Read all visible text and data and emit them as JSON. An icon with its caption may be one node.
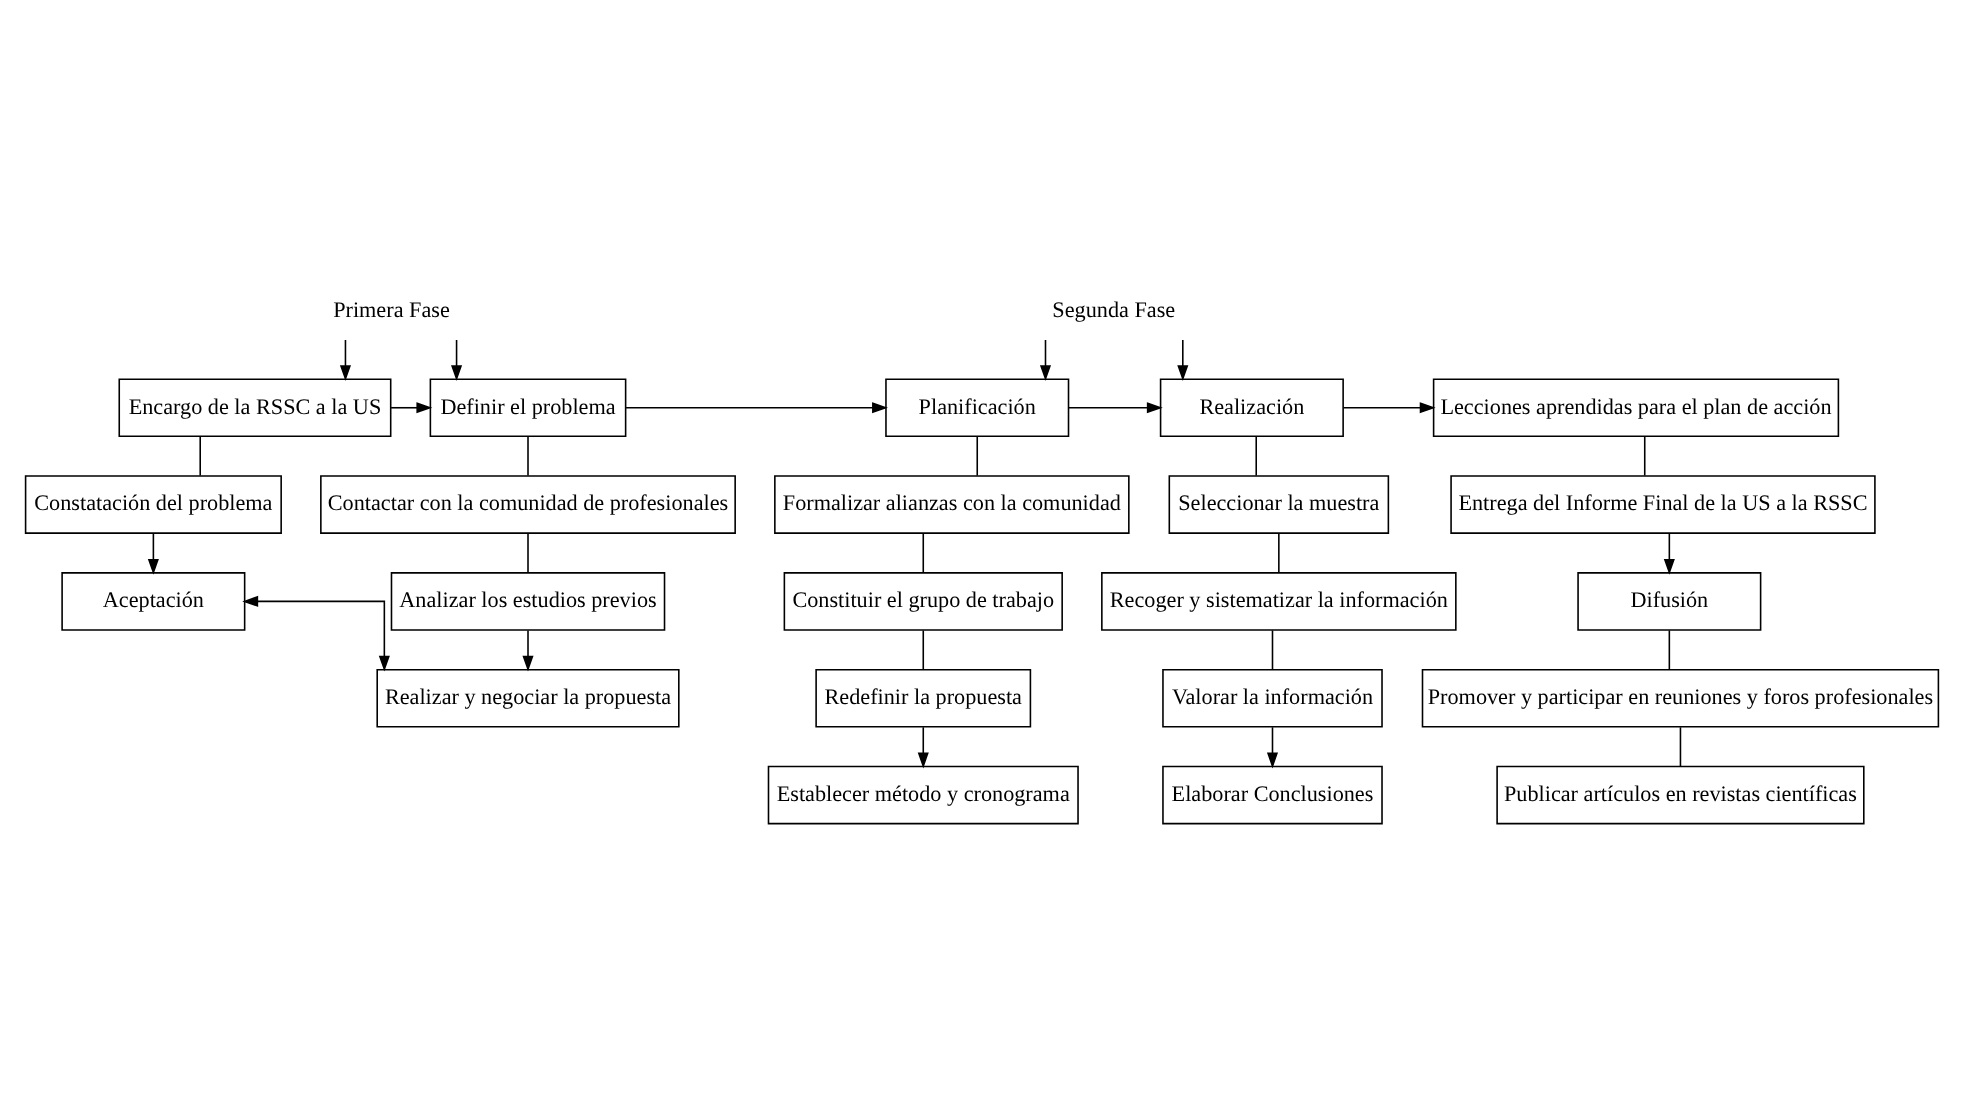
{
  "diagram": {
    "nodes": [
      {
        "text": [
          "Encargo de la RSSC a la US"
        ]
      },
      {
        "text": [
          "Constatación del problema"
        ]
      },
      {
        "text": [
          "Aceptación"
        ]
      },
      {
        "text": [
          "Definir el problema"
        ]
      },
      {
        "text": [
          "Contactar con la comunidad de profesionales"
        ]
      },
      {
        "text": [
          "Analizar los estudios previos"
        ]
      },
      {
        "text": [
          "Realizar y negociar la propuesta"
        ]
      },
      {
        "text": [
          "Planificación"
        ]
      },
      {
        "text": [
          "Formalizar alianzas con la comunidad"
        ]
      },
      {
        "text": [
          "Constituir el grupo de trabajo"
        ]
      },
      {
        "text": [
          "Redefinir la propuesta"
        ]
      },
      {
        "text": [
          "Establecer método y cronograma"
        ]
      },
      {
        "text": [
          "Realización"
        ]
      },
      {
        "text": [
          "Seleccionar la muestra"
        ]
      },
      {
        "text": [
          "Recoger y sistematizar la información"
        ]
      },
      {
        "text": [
          "Valorar la información"
        ]
      },
      {
        "text": [
          "Elaborar Conclusiones"
        ]
      },
      {
        "text": [
          "Lecciones aprendidas para el plan de acción"
        ]
      },
      {
        "text": [
          "Entrega del Informe Final de la US a la RSSC"
        ]
      },
      {
        "text": [
          "Difusión"
        ]
      },
      {
        "text": [
          "Promover y participar en reuniones y foros profesionales"
        ]
      },
      {
        "text": [
          "Publicar artículos en revistas científicas"
        ]
      },
      {
        "text": [
          "Primera Fase"
        ]
      },
      {
        "text": [
          "Segunda Fase"
        ]
      }
    ],
    "edges": [
      {
        "from": 22,
        "to": 0,
        "arrow": "to"
      },
      {
        "from": 22,
        "to": 3,
        "arrow": "to"
      },
      {
        "from": 23,
        "to": 7,
        "arrow": "to"
      },
      {
        "from": 23,
        "to": 12,
        "arrow": "to"
      },
      {
        "from": 0,
        "to": 3,
        "arrow": "to"
      },
      {
        "from": 3,
        "to": 7,
        "arrow": "to"
      },
      {
        "from": 7,
        "to": 12,
        "arrow": "to"
      },
      {
        "from": 12,
        "to": 17,
        "arrow": "to"
      },
      {
        "from": 0,
        "to": 1,
        "arrow": "none"
      },
      {
        "from": 1,
        "to": 2,
        "arrow": "to"
      },
      {
        "from": 3,
        "to": 4,
        "arrow": "none"
      },
      {
        "from": 4,
        "to": 5,
        "arrow": "none"
      },
      {
        "from": 5,
        "to": 6,
        "arrow": "to"
      },
      {
        "from": 7,
        "to": 8,
        "arrow": "none"
      },
      {
        "from": 8,
        "to": 9,
        "arrow": "none"
      },
      {
        "from": 9,
        "to": 10,
        "arrow": "none"
      },
      {
        "from": 10,
        "to": 11,
        "arrow": "to"
      },
      {
        "from": 12,
        "to": 13,
        "arrow": "none"
      },
      {
        "from": 13,
        "to": 14,
        "arrow": "none"
      },
      {
        "from": 14,
        "to": 15,
        "arrow": "none"
      },
      {
        "from": 15,
        "to": 16,
        "arrow": "to"
      },
      {
        "from": 17,
        "to": 18,
        "arrow": "none"
      },
      {
        "from": 18,
        "to": 19,
        "arrow": "to"
      },
      {
        "from": 19,
        "to": 20,
        "arrow": "none"
      },
      {
        "from": 20,
        "to": 21,
        "arrow": "none"
      },
      {
        "from": 2,
        "to": 6,
        "arrow": "both"
      }
    ]
  }
}
